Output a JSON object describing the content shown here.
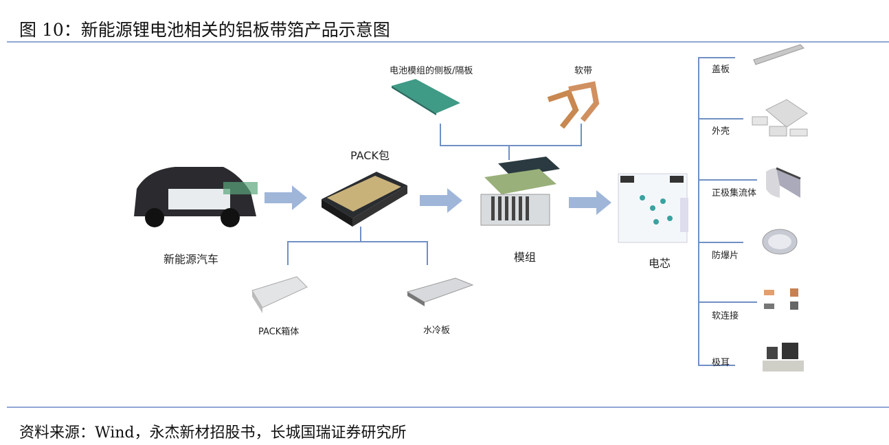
{
  "title": "图 10：新能源锂电池相关的铝板带箔产品示意图",
  "source": "资料来源：Wind，永杰新材招股书，长城国瑞证券研究所",
  "diagram": {
    "nodes": {
      "car": "新能源汽车",
      "pack": "PACK包",
      "module": "模组",
      "cell": "电芯"
    },
    "module_parts": [
      "电池模组的侧板/隔板",
      "软带"
    ],
    "pack_parts": [
      "PACK箱体",
      "水冷板"
    ],
    "cell_parts": [
      "盖板",
      "外壳",
      "正极集流体",
      "防爆片",
      "软连接",
      "极耳"
    ]
  },
  "colors": {
    "line": "#6f8fc4",
    "arrow": "#9fb6d9",
    "rule": "#8fa6d6"
  }
}
